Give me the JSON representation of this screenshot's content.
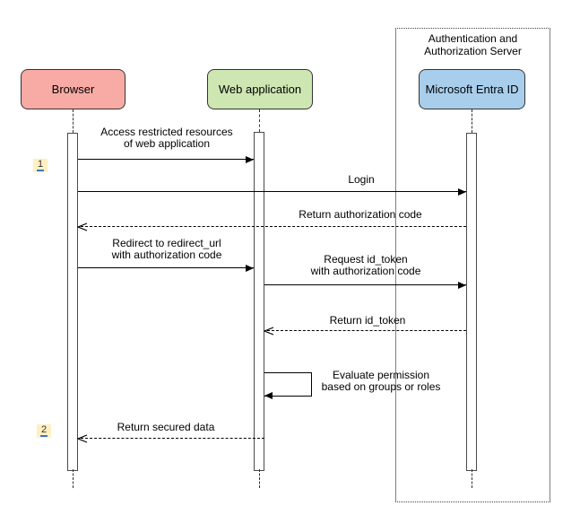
{
  "diagram": {
    "kind": "uml-sequence-diagram",
    "frame": {
      "label": "Authentication and\nAuthorization Server"
    },
    "actors": [
      {
        "id": "browser",
        "label": "Browser",
        "fill": "#f8aba4"
      },
      {
        "id": "web-application",
        "label": "Web application",
        "fill": "#cde6b2"
      },
      {
        "id": "microsoft-entra-id",
        "label": "Microsoft Entra ID",
        "fill": "#a8ceec"
      }
    ],
    "messages": [
      {
        "n": 1,
        "label": "Access restricted resources\nof web application",
        "from": "browser",
        "to": "web-application",
        "style": "solid"
      },
      {
        "n": 2,
        "label": "Login",
        "from": "browser",
        "to": "microsoft-entra-id",
        "style": "solid"
      },
      {
        "n": 3,
        "label": "Return authorization code",
        "from": "microsoft-entra-id",
        "to": "browser",
        "style": "dashed-return"
      },
      {
        "n": 4,
        "label": "Redirect to redirect_url\nwith authorization code",
        "from": "browser",
        "to": "web-application",
        "style": "solid"
      },
      {
        "n": 5,
        "label": "Request id_token\nwith authorization code",
        "from": "web-application",
        "to": "microsoft-entra-id",
        "style": "solid"
      },
      {
        "n": 6,
        "label": "Return id_token",
        "from": "microsoft-entra-id",
        "to": "web-application",
        "style": "dashed-return"
      },
      {
        "n": 7,
        "label": "Evaluate permission\nbased on groups or roles",
        "from": "web-application",
        "to": "web-application",
        "style": "self"
      },
      {
        "n": 8,
        "label": "Return secured data",
        "from": "web-application",
        "to": "browser",
        "style": "dashed-return"
      }
    ],
    "steps": [
      {
        "number": "1"
      },
      {
        "number": "2"
      }
    ],
    "colors": {
      "actor_browser_fill": "#f8aba4",
      "actor_web_fill": "#cde6b2",
      "actor_entra_fill": "#a8ceec",
      "badge_fill": "#fff0c2",
      "badge_link_blue": "#4574c9",
      "stroke": "#333333"
    }
  }
}
